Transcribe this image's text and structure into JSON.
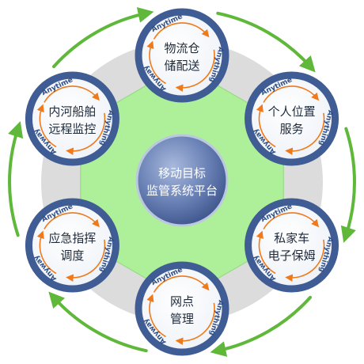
{
  "center": {
    "lines": [
      "移动目标",
      "监管系统平台"
    ]
  },
  "ring_words": [
    "Anytime",
    "Anything",
    "Anyway"
  ],
  "nodes": [
    {
      "id": "logistics",
      "lines": [
        "物流仓",
        "储配送"
      ]
    },
    {
      "id": "personal-location",
      "lines": [
        "个人位置",
        "服务"
      ]
    },
    {
      "id": "private-car",
      "lines": [
        "私家车",
        "电子保姆"
      ]
    },
    {
      "id": "outlet",
      "lines": [
        "网点",
        "管理"
      ]
    },
    {
      "id": "emergency",
      "lines": [
        "应急指挥",
        "调度"
      ]
    },
    {
      "id": "river-ship",
      "lines": [
        "内河船舶",
        "远程监控"
      ]
    }
  ],
  "colors": {
    "node_ring": "#3f5d94",
    "arrow": "#f07a1a",
    "outer_arrow": "#5fb83a",
    "center_fill": "#5a74a6",
    "hexagon": "#aef09a",
    "backdrop": "#d9d9d9"
  }
}
